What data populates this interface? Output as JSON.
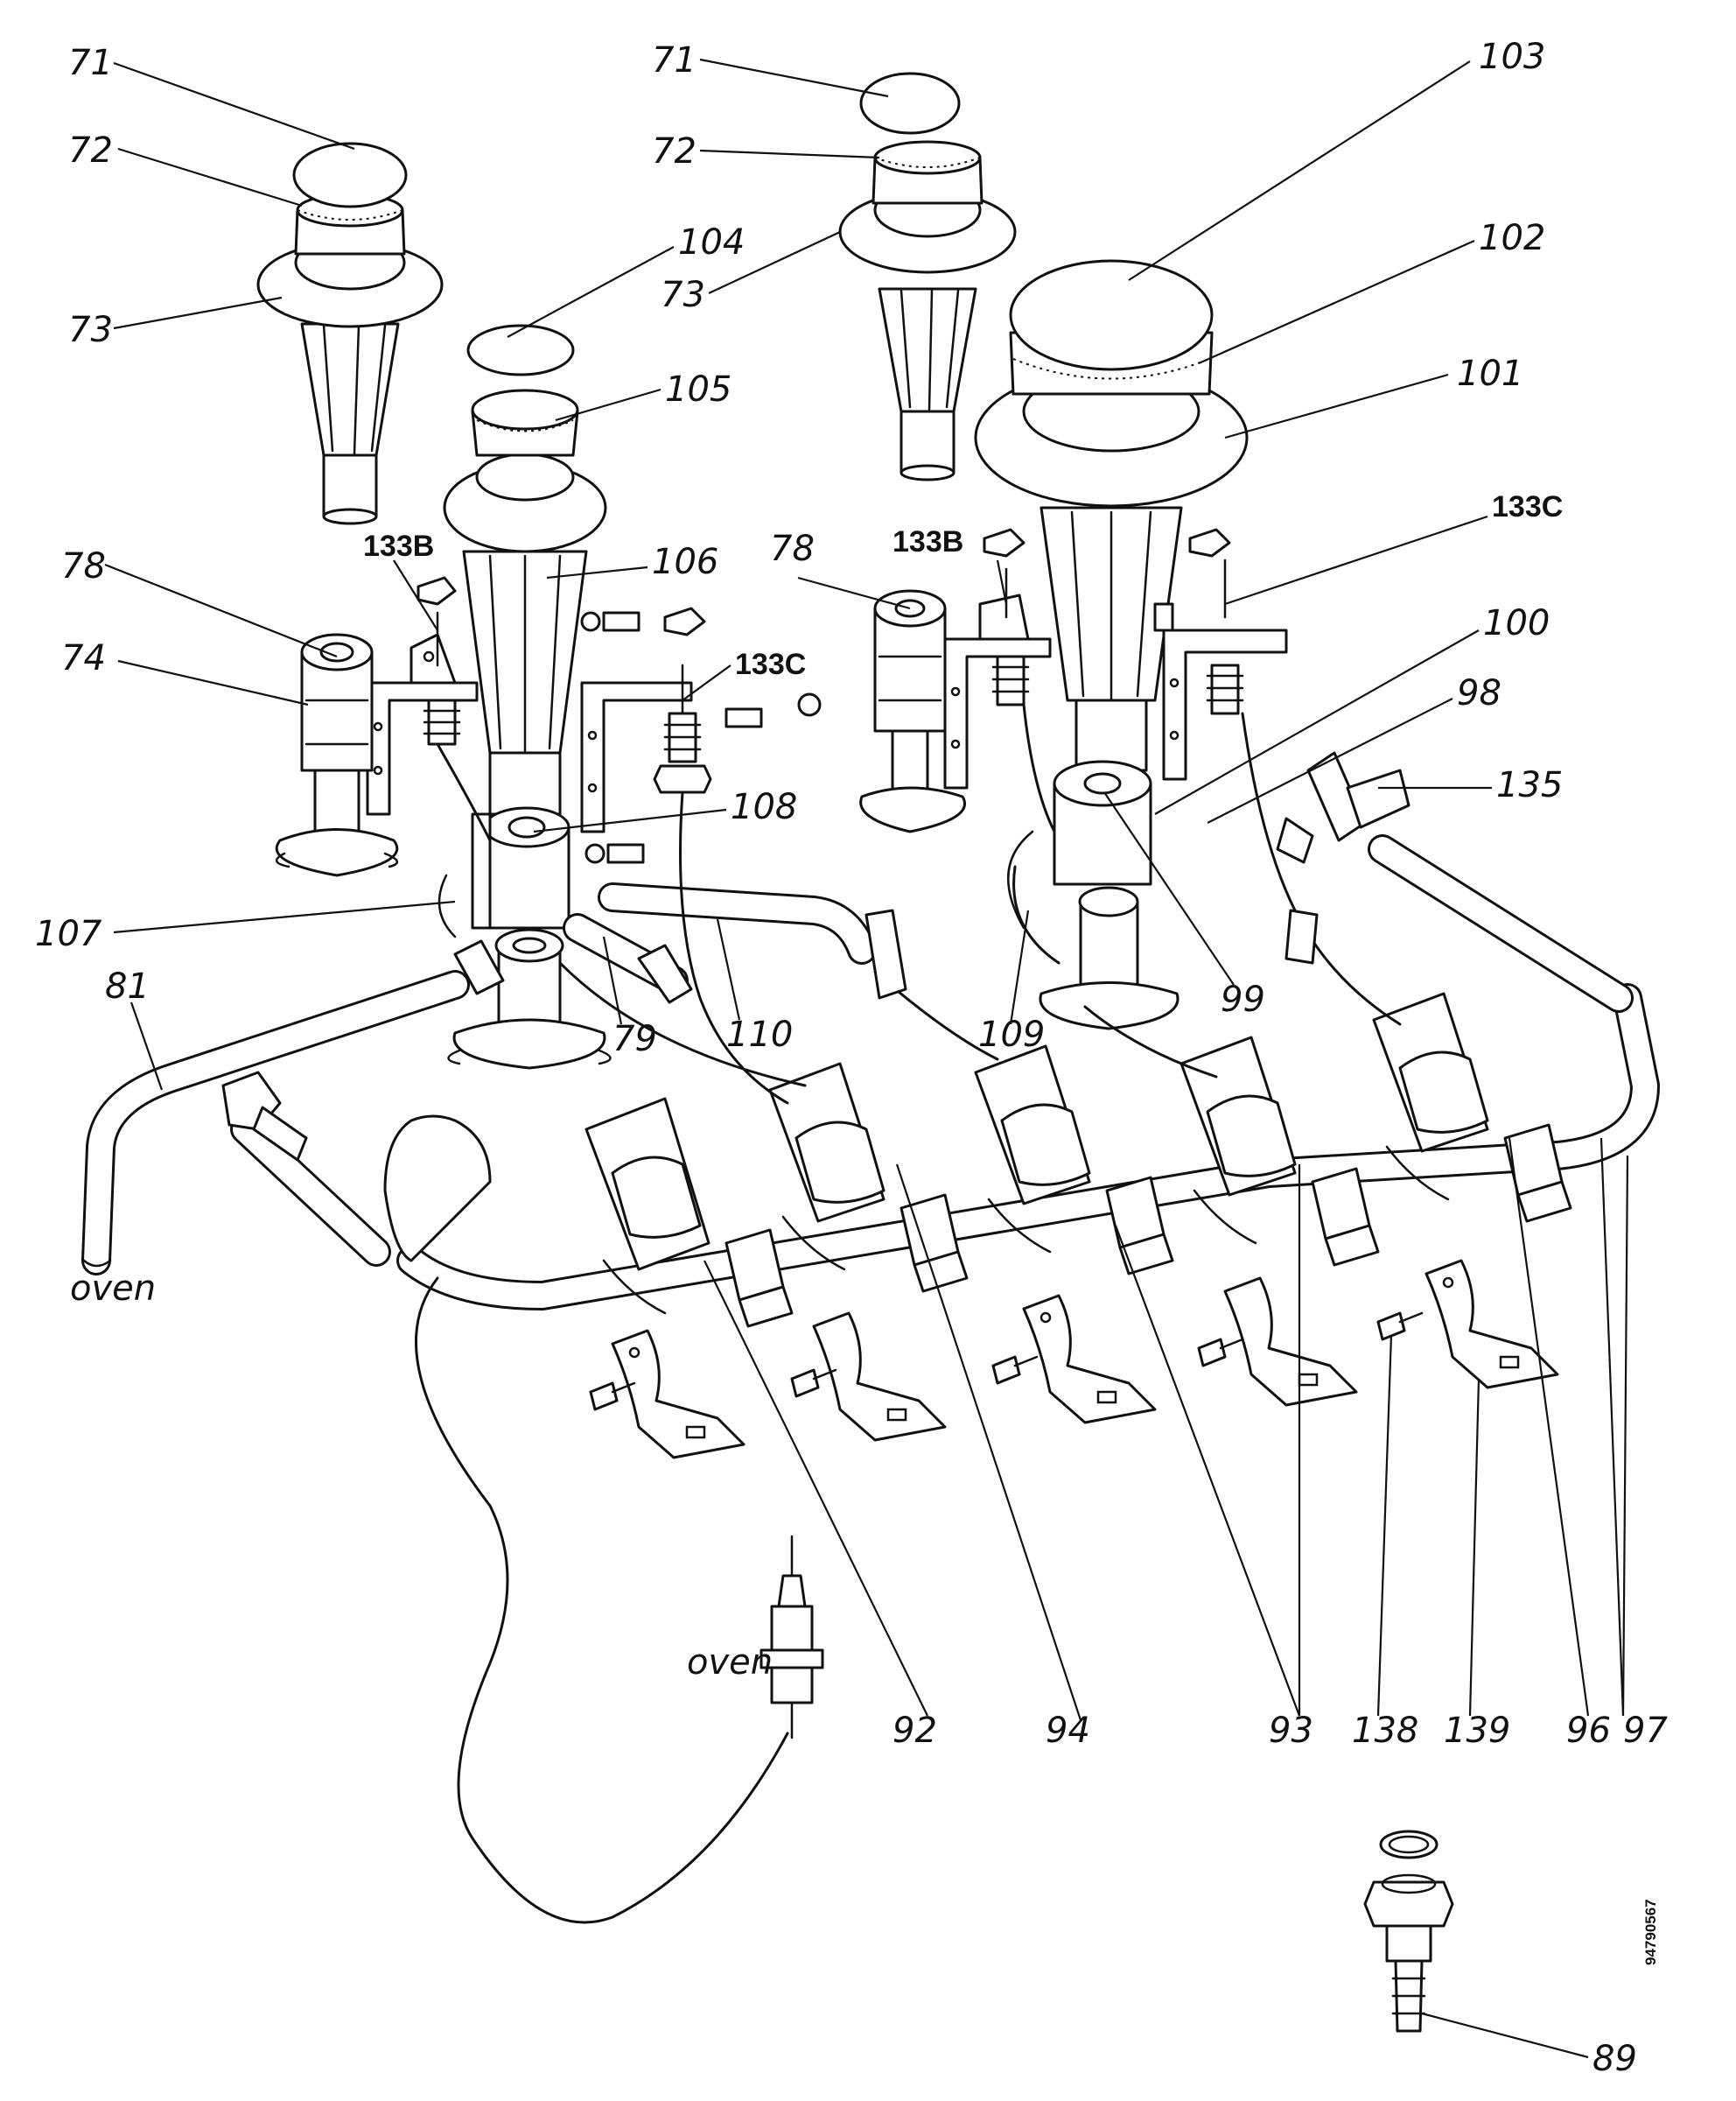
{
  "labels": {
    "l71a": "71",
    "l72a": "72",
    "l73a": "73",
    "l71b": "71",
    "l72b": "72",
    "l73b": "73",
    "l103": "103",
    "l102": "102",
    "l101": "101",
    "l104": "104",
    "l105": "105",
    "l106": "106",
    "l78a": "78",
    "l133Ba": "133B",
    "l78b": "78",
    "l133Bb": "133B",
    "l133Ca": "133C",
    "l133Cb": "133C",
    "l74": "74",
    "l100": "100",
    "l98": "98",
    "l135": "135",
    "l108": "108",
    "l107": "107",
    "l81": "81",
    "l79": "79",
    "l110": "110",
    "l109": "109",
    "l99": "99",
    "oven1": "oven",
    "oven2": "oven",
    "l92": "92",
    "l94": "94",
    "l93": "93",
    "l138": "138",
    "l139": "139",
    "l96": "96",
    "l97": "97",
    "l89": "89"
  },
  "doc_code": "94790567"
}
